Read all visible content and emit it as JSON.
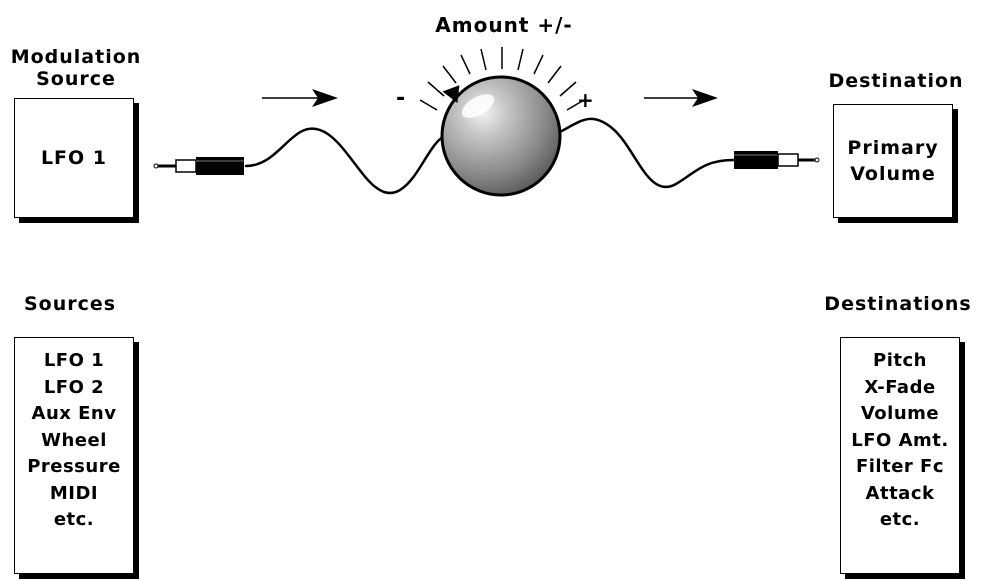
{
  "top": {
    "amount_label": "Amount +/-",
    "source_title_line1": "Modulation",
    "source_title_line2": "Source",
    "source_box_label": "LFO 1",
    "destination_title": "Destination",
    "destination_box_line1": "Primary",
    "destination_box_line2": "Volume",
    "minus_sign": "-",
    "plus_sign": "+"
  },
  "sources": {
    "title": "Sources",
    "items": [
      "LFO 1",
      "LFO 2",
      "Aux Env",
      "Wheel",
      "Pressure",
      "MIDI",
      "etc."
    ]
  },
  "destinations": {
    "title": "Destinations",
    "items": [
      "Pitch",
      "X-Fade",
      "Volume",
      "LFO Amt.",
      "Filter Fc",
      "Attack",
      "etc."
    ]
  }
}
